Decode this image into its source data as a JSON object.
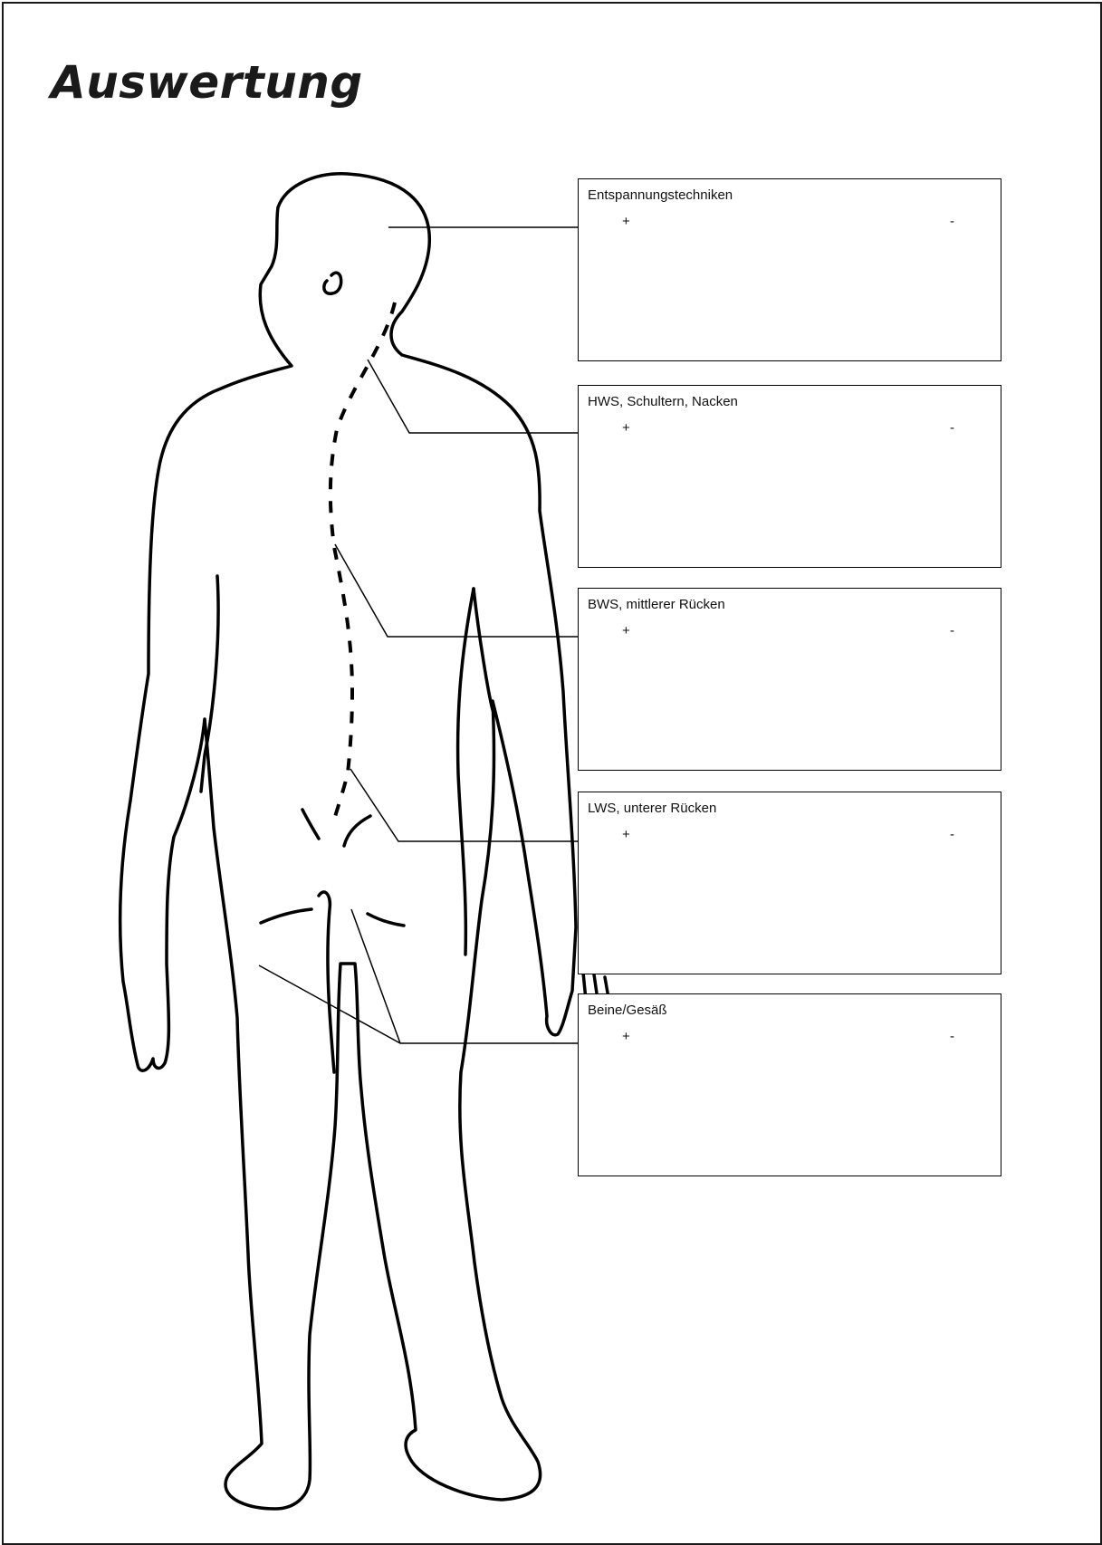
{
  "title": "Auswertung",
  "sections": [
    {
      "label": "Entspannungstechniken",
      "plus": "+",
      "minus": "-"
    },
    {
      "label": "HWS, Schultern, Nacken",
      "plus": "+",
      "minus": "-"
    },
    {
      "label": "BWS, mittlerer Rücken",
      "plus": "+",
      "minus": "-"
    },
    {
      "label": "LWS, unterer Rücken",
      "plus": "+",
      "minus": "-"
    },
    {
      "label": "Beine/Gesäß",
      "plus": "+",
      "minus": "-"
    }
  ]
}
